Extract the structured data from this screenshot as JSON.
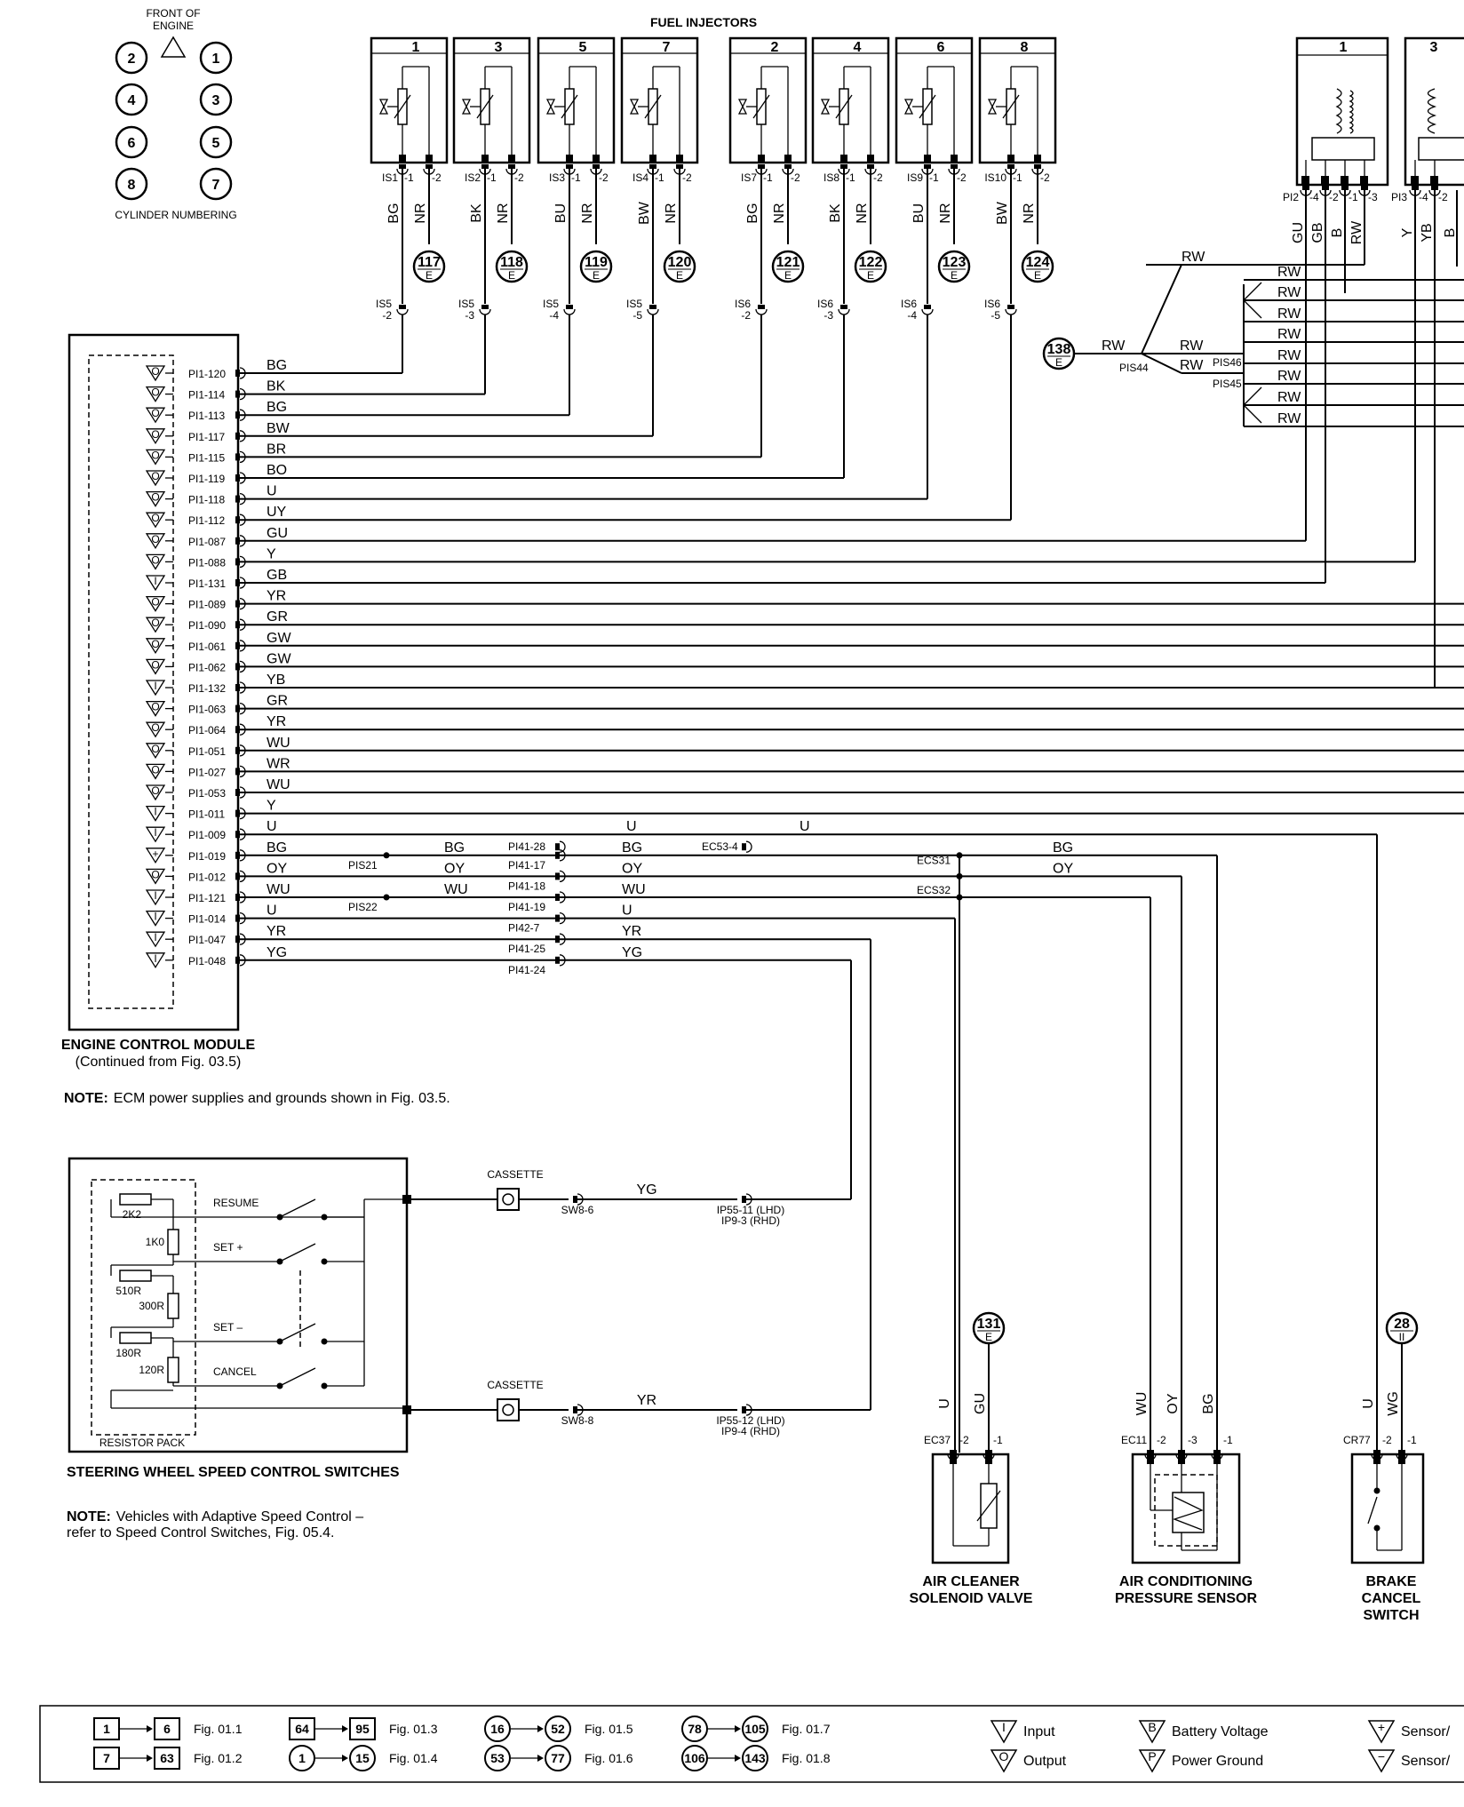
{
  "engine_legend": {
    "front_label_1": "FRONT OF",
    "front_label_2": "ENGINE",
    "caption": "CYLINDER NUMBERING",
    "cylinders": [
      "2",
      "1",
      "4",
      "3",
      "6",
      "5",
      "8",
      "7"
    ]
  },
  "fuel_injectors": {
    "title": "FUEL INJECTORS",
    "injectors": [
      {
        "num": "1",
        "conn": "IS1",
        "pin1": "-1",
        "pin2": "-2",
        "wire1": "BG",
        "wire2": "NR",
        "ground": "117",
        "ground_sub": "E",
        "splice": "IS5",
        "splice_pin": "-2"
      },
      {
        "num": "3",
        "conn": "IS2",
        "pin1": "-1",
        "pin2": "-2",
        "wire1": "BK",
        "wire2": "NR",
        "ground": "118",
        "ground_sub": "E",
        "splice": "IS5",
        "splice_pin": "-3"
      },
      {
        "num": "5",
        "conn": "IS3",
        "pin1": "-1",
        "pin2": "-2",
        "wire1": "BU",
        "wire2": "NR",
        "ground": "119",
        "ground_sub": "E",
        "splice": "IS5",
        "splice_pin": "-4"
      },
      {
        "num": "7",
        "conn": "IS4",
        "pin1": "-1",
        "pin2": "-2",
        "wire1": "BW",
        "wire2": "NR",
        "ground": "120",
        "ground_sub": "E",
        "splice": "IS5",
        "splice_pin": "-5"
      },
      {
        "num": "2",
        "conn": "IS7",
        "pin1": "-1",
        "pin2": "-2",
        "wire1": "BG",
        "wire2": "NR",
        "ground": "121",
        "ground_sub": "E",
        "splice": "IS6",
        "splice_pin": "-2"
      },
      {
        "num": "4",
        "conn": "IS8",
        "pin1": "-1",
        "pin2": "-2",
        "wire1": "BK",
        "wire2": "NR",
        "ground": "122",
        "ground_sub": "E",
        "splice": "IS6",
        "splice_pin": "-3"
      },
      {
        "num": "6",
        "conn": "IS9",
        "pin1": "-1",
        "pin2": "-2",
        "wire1": "BU",
        "wire2": "NR",
        "ground": "123",
        "ground_sub": "E",
        "splice": "IS6",
        "splice_pin": "-4"
      },
      {
        "num": "8",
        "conn": "IS10",
        "pin1": "-1",
        "pin2": "-2",
        "wire1": "BW",
        "wire2": "NR",
        "ground": "124",
        "ground_sub": "E",
        "splice": "IS6",
        "splice_pin": "-5"
      }
    ]
  },
  "coils": {
    "coils": [
      {
        "num": "1",
        "conn": "PI2",
        "pins": [
          "-4",
          "-2",
          "-1",
          "-3"
        ],
        "wires": [
          "GU",
          "GB",
          "B",
          "RW"
        ]
      },
      {
        "num": "3",
        "conn": "PI3",
        "pins": [
          "-4",
          "-2"
        ],
        "wires": [
          "Y",
          "YB",
          "B"
        ]
      }
    ],
    "rw_label": "RW",
    "splice_a": "PIS46",
    "splice_b": "PIS45",
    "splice_c": "PIS44",
    "ground": "138",
    "ground_sub": "E"
  },
  "ecm": {
    "title": "ENGINE CONTROL MODULE",
    "subtitle": "(Continued from Fig. 03.5)",
    "pins": [
      {
        "pin": "PI1-120",
        "wire": "BG",
        "sym": "O"
      },
      {
        "pin": "PI1-114",
        "wire": "BK",
        "sym": "O"
      },
      {
        "pin": "PI1-113",
        "wire": "BG",
        "sym": "O"
      },
      {
        "pin": "PI1-117",
        "wire": "BW",
        "sym": "O"
      },
      {
        "pin": "PI1-115",
        "wire": "BR",
        "sym": "O"
      },
      {
        "pin": "PI1-119",
        "wire": "BO",
        "sym": "O"
      },
      {
        "pin": "PI1-118",
        "wire": "U",
        "sym": "O"
      },
      {
        "pin": "PI1-112",
        "wire": "UY",
        "sym": "O"
      },
      {
        "pin": "PI1-087",
        "wire": "GU",
        "sym": "O"
      },
      {
        "pin": "PI1-088",
        "wire": "Y",
        "sym": "O"
      },
      {
        "pin": "PI1-131",
        "wire": "GB",
        "sym": "I"
      },
      {
        "pin": "PI1-089",
        "wire": "YR",
        "sym": "O"
      },
      {
        "pin": "PI1-090",
        "wire": "GR",
        "sym": "O"
      },
      {
        "pin": "PI1-061",
        "wire": "GW",
        "sym": "O"
      },
      {
        "pin": "PI1-062",
        "wire": "GW",
        "sym": "O"
      },
      {
        "pin": "PI1-132",
        "wire": "YB",
        "sym": "I"
      },
      {
        "pin": "PI1-063",
        "wire": "GR",
        "sym": "O"
      },
      {
        "pin": "PI1-064",
        "wire": "YR",
        "sym": "O"
      },
      {
        "pin": "PI1-051",
        "wire": "WU",
        "sym": "O"
      },
      {
        "pin": "PI1-027",
        "wire": "WR",
        "sym": "O"
      },
      {
        "pin": "PI1-053",
        "wire": "WU",
        "sym": "O"
      },
      {
        "pin": "PI1-011",
        "wire": "Y",
        "sym": "I"
      },
      {
        "pin": "PI1-009",
        "wire": "U",
        "sym": "I"
      },
      {
        "pin": "PI1-019",
        "wire": "BG",
        "sym": "+"
      },
      {
        "pin": "PI1-012",
        "wire": "OY",
        "sym": "O"
      },
      {
        "pin": "PI1-121",
        "wire": "WU",
        "sym": "I"
      },
      {
        "pin": "PI1-014",
        "wire": "U",
        "sym": "I"
      },
      {
        "pin": "PI1-047",
        "wire": "YR",
        "sym": "I"
      },
      {
        "pin": "PI1-048",
        "wire": "YG",
        "sym": "I"
      }
    ],
    "note_bold": "NOTE:",
    "note_text": "ECM power supplies and grounds shown in Fig. 03.5."
  },
  "harness": {
    "pis21": "PIS21",
    "pis22": "PIS22",
    "bg": "BG",
    "oy": "OY",
    "wu": "WU",
    "u": "U",
    "yr": "YR",
    "yg": "YG",
    "c_pi41_28": "PI41-28",
    "c_pi41_17": "PI41-17",
    "c_pi41_18": "PI41-18",
    "c_pi41_19": "PI41-19",
    "c_pi42_7": "PI42-7",
    "c_pi41_25": "PI41-25",
    "c_pi41_24": "PI41-24",
    "ec53": "EC53-4",
    "ecs31": "ECS31",
    "ecs32": "ECS32"
  },
  "steering": {
    "title": "STEERING WHEEL SPEED CONTROL SWITCHES",
    "resistor_pack": "RESISTOR PACK",
    "resistors": [
      "2K2",
      "1K0",
      "510R",
      "300R",
      "180R",
      "120R"
    ],
    "switches": [
      "RESUME",
      "SET +",
      "SET –",
      "CANCEL"
    ],
    "cassette": "CASSETTE",
    "sw_top": "SW8-6",
    "sw_bot": "SW8-8",
    "ip_top_1": "IP55-11 (LHD)",
    "ip_top_2": "IP9-3 (RHD)",
    "ip_bot_1": "IP55-12 (LHD)",
    "ip_bot_2": "IP9-4 (RHD)",
    "wire_top": "YG",
    "wire_bot": "YR",
    "note_bold": "NOTE:",
    "note_line1": "Vehicles with Adaptive Speed Control –",
    "note_line2": "refer to Speed Control Switches, Fig. 05.4."
  },
  "components": {
    "air_cleaner": {
      "line1": "AIR CLEANER",
      "line2": "SOLENOID VALVE",
      "conn": "EC37",
      "pin_a": "-2",
      "pin_b": "-1",
      "wire_a": "U",
      "wire_b": "GU",
      "ground": "131",
      "ground_sub": "E"
    },
    "ac_sensor": {
      "line1": "AIR CONDITIONING",
      "line2": "PRESSURE SENSOR",
      "conn": "EC11",
      "pin_a": "-2",
      "pin_b": "-3",
      "pin_c": "-1",
      "wire_a": "WU",
      "wire_b": "OY",
      "wire_c": "BG"
    },
    "brake": {
      "line1": "BRAKE",
      "line2": "CANCEL",
      "line3": "SWITCH",
      "conn": "CR77",
      "pin_a": "-2",
      "pin_b": "-1",
      "wire_a": "U",
      "wire_b": "WG",
      "ground": "28",
      "ground_sub": "II"
    }
  },
  "footer": {
    "refs": [
      {
        "a": "1",
        "b": "6",
        "fig": "Fig. 01.1"
      },
      {
        "a": "7",
        "b": "63",
        "fig": "Fig. 01.2"
      },
      {
        "a": "64",
        "b": "95",
        "fig": "Fig. 01.3"
      },
      {
        "a": "1",
        "b": "15",
        "fig": "Fig. 01.4"
      },
      {
        "a": "16",
        "b": "52",
        "fig": "Fig. 01.5"
      },
      {
        "a": "53",
        "b": "77",
        "fig": "Fig. 01.6"
      },
      {
        "a": "78",
        "b": "105",
        "fig": "Fig. 01.7"
      },
      {
        "a": "106",
        "b": "143",
        "fig": "Fig. 01.8"
      }
    ],
    "sym_input": "Input",
    "sym_output": "Output",
    "sym_battery": "Battery Voltage",
    "sym_power_ground": "Power Ground",
    "sym_sensor_a": "Sensor/",
    "sym_sensor_b": "Sensor/"
  }
}
